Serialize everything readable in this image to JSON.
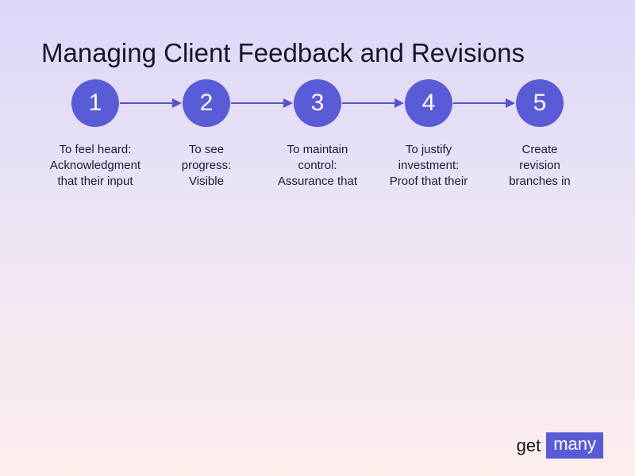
{
  "title": "Managing Client Feedback and Revisions",
  "steps": [
    {
      "number": "1",
      "caption": "To feel heard:\nAcknowledgment\nthat their input"
    },
    {
      "number": "2",
      "caption": "To see\nprogress:\nVisible"
    },
    {
      "number": "3",
      "caption": "To maintain\ncontrol:\nAssurance that"
    },
    {
      "number": "4",
      "caption": "To justify\ninvestment:\nProof that their"
    },
    {
      "number": "5",
      "caption": "Create\nrevision\nbranches in"
    }
  ],
  "logo": {
    "get": "get",
    "many": "many"
  },
  "colors": {
    "accent": "#5a5bd6",
    "arrow": "#5254cc",
    "text": "#1c1c36",
    "background_top": "#ded6f8",
    "background_bottom": "#fdeeec"
  }
}
